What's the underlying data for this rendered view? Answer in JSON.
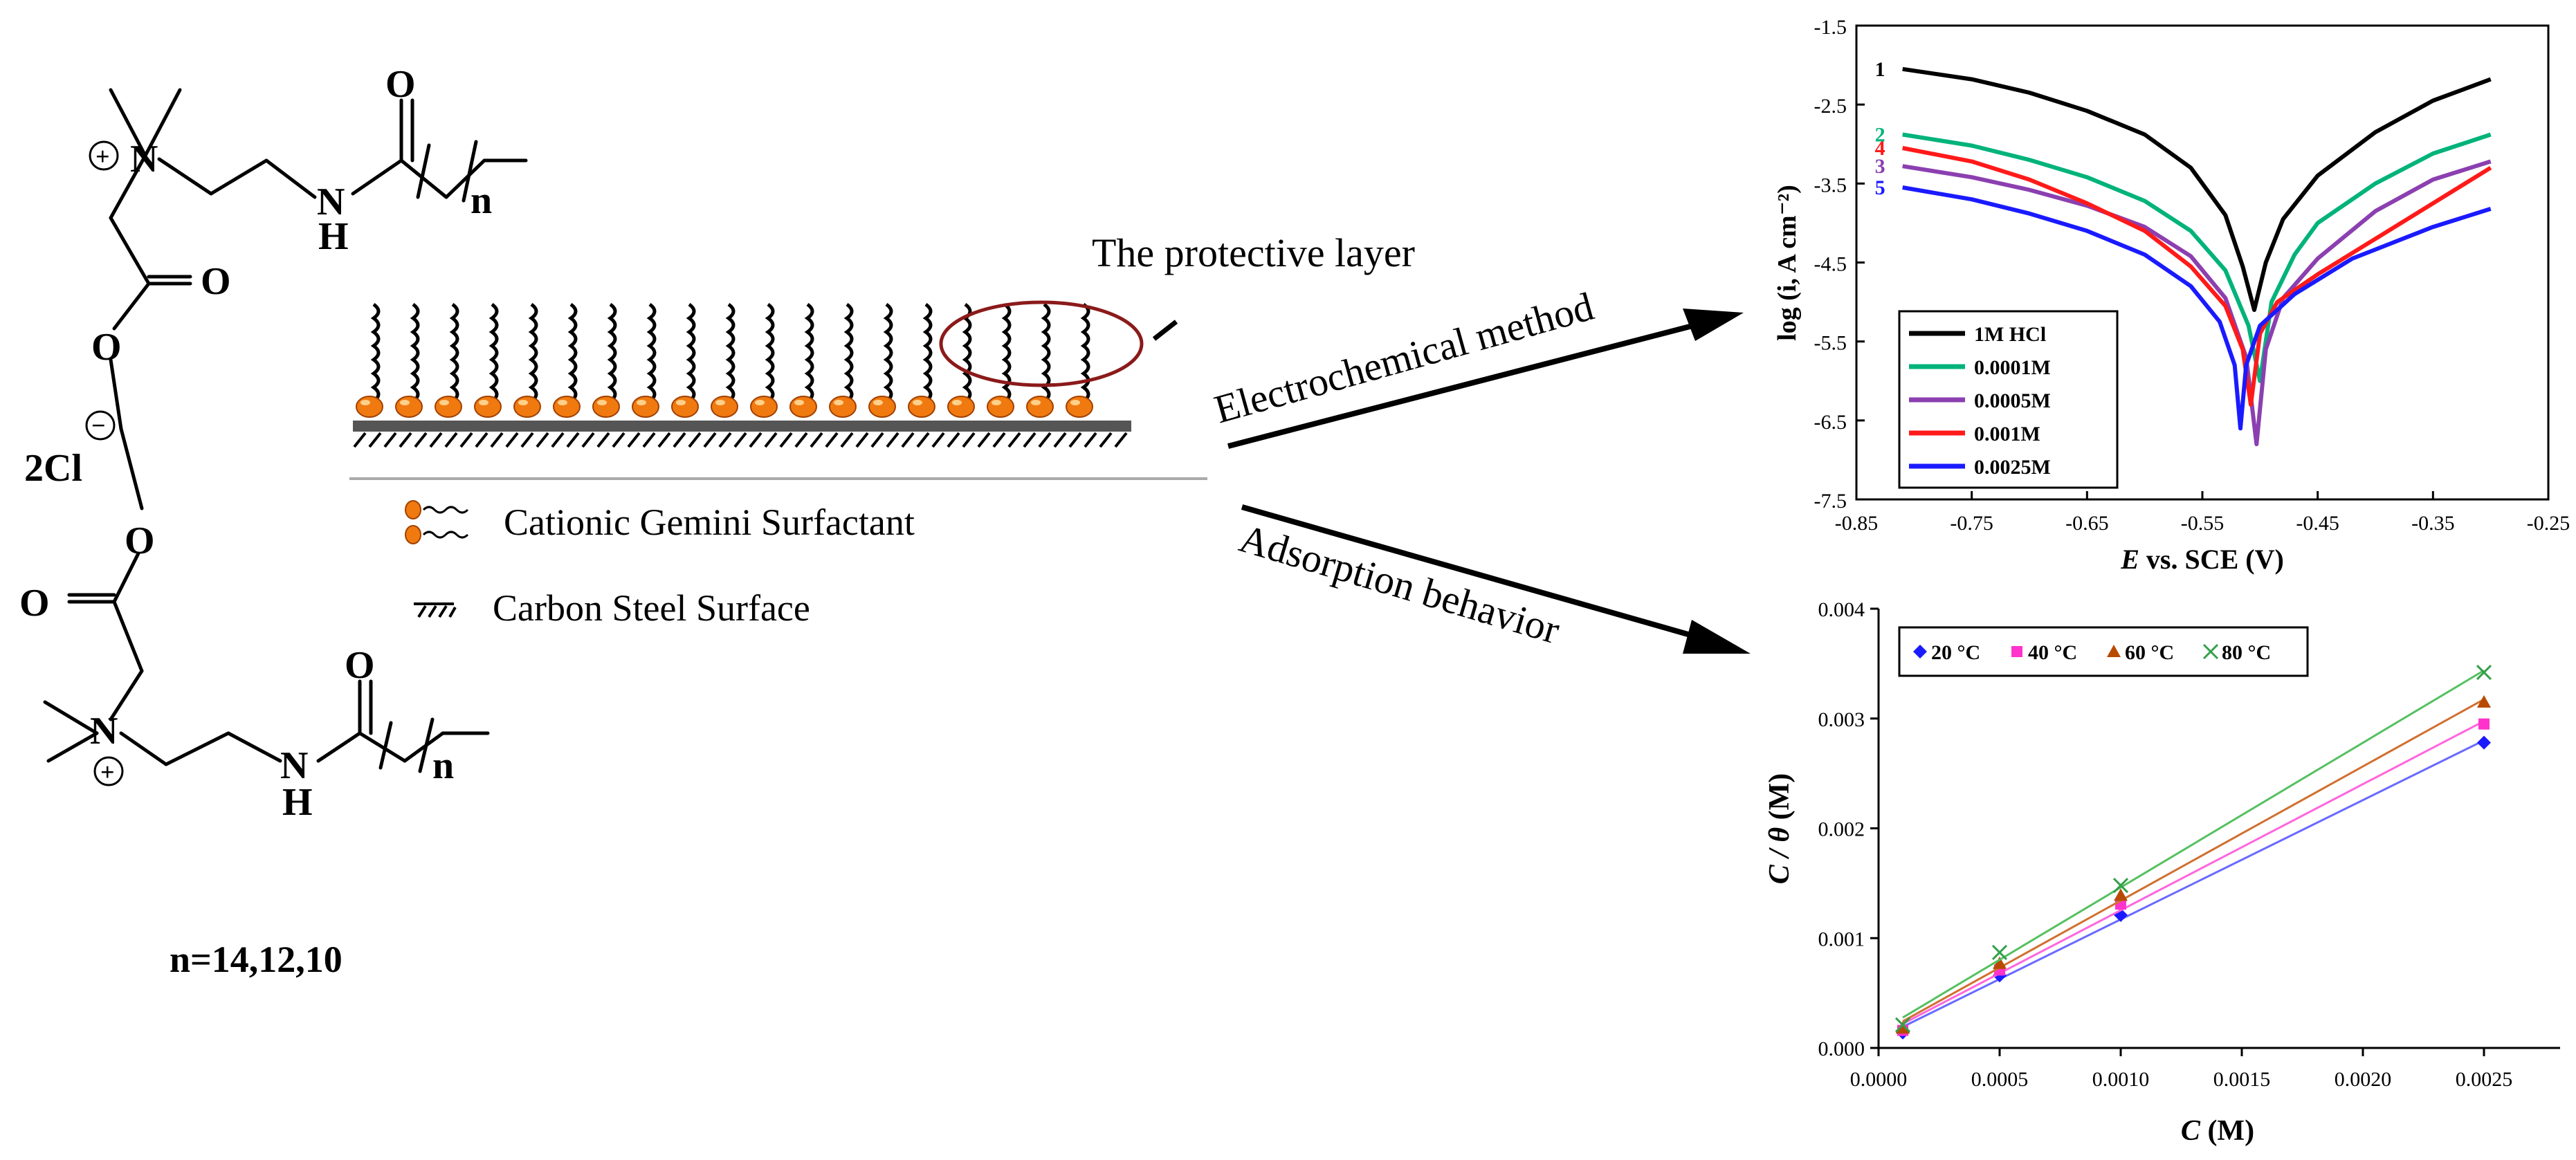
{
  "colors": {
    "black": "#000000",
    "teal": "#00b37a",
    "purple": "#8b3fb0",
    "red": "#ff1a1a",
    "blue": "#1a1aff",
    "magenta": "#ff33cc",
    "sienna": "#b84a00",
    "green": "#33a04a",
    "head_orange": "#f07a10",
    "ellipse": "#8b1a1a"
  },
  "molecule": {
    "atom_O": "O",
    "atom_N": "N",
    "atom_H": "H",
    "sub_n": "n",
    "counterion": "2Cl",
    "plus_sign": "+",
    "minus_sign": "−",
    "caption": "n=14,12,10"
  },
  "schematic": {
    "layer_label": "The protective layer",
    "legend_surfactant": "Cationic Gemini Surfactant",
    "legend_surface": "Carbon Steel Surface"
  },
  "arrows": {
    "upper_label": "Electrochemical method",
    "lower_label": "Adsorption behavior"
  },
  "chart_data": [
    {
      "type": "line",
      "xlabel_italic": "E",
      "xlabel_rest": " vs. SCE (V)",
      "ylabel": "log (i, A cm⁻²)",
      "xlim": [
        -0.85,
        -0.25
      ],
      "ylim": [
        -7.5,
        -1.5
      ],
      "xticks": [
        -0.85,
        -0.75,
        -0.65,
        -0.55,
        -0.45,
        -0.35,
        -0.25
      ],
      "xtick_labels": [
        "-0.85",
        "-0.75",
        "-0.65",
        "-0.55",
        "-0.45",
        "-0.35",
        "-0.25"
      ],
      "yticks": [
        -1.5,
        -2.5,
        -3.5,
        -4.5,
        -5.5,
        -6.5,
        -7.5
      ],
      "ytick_labels": [
        "-1.5",
        "-2.5",
        "-3.5",
        "-4.5",
        "-5.5",
        "-6.5",
        "-7.5"
      ],
      "legend_position": "bottom-left",
      "series": [
        {
          "name": "1M HCl",
          "tag": "1",
          "color": "#000000",
          "ecorr": -0.505,
          "icorr": -5.1,
          "points": [
            [
              -0.81,
              -2.05
            ],
            [
              -0.75,
              -2.18
            ],
            [
              -0.7,
              -2.35
            ],
            [
              -0.65,
              -2.58
            ],
            [
              -0.6,
              -2.88
            ],
            [
              -0.56,
              -3.3
            ],
            [
              -0.53,
              -3.9
            ],
            [
              -0.515,
              -4.55
            ],
            [
              -0.505,
              -5.1
            ],
            [
              -0.495,
              -4.5
            ],
            [
              -0.48,
              -3.95
            ],
            [
              -0.45,
              -3.4
            ],
            [
              -0.4,
              -2.85
            ],
            [
              -0.35,
              -2.45
            ],
            [
              -0.3,
              -2.18
            ]
          ]
        },
        {
          "name": "0.0001M",
          "tag": "2",
          "color": "#00b37a",
          "ecorr": -0.5,
          "icorr": -6.0,
          "points": [
            [
              -0.81,
              -2.88
            ],
            [
              -0.75,
              -3.02
            ],
            [
              -0.7,
              -3.2
            ],
            [
              -0.65,
              -3.42
            ],
            [
              -0.6,
              -3.72
            ],
            [
              -0.56,
              -4.1
            ],
            [
              -0.53,
              -4.6
            ],
            [
              -0.51,
              -5.3
            ],
            [
              -0.5,
              -6.0
            ],
            [
              -0.49,
              -5.0
            ],
            [
              -0.47,
              -4.4
            ],
            [
              -0.45,
              -4.0
            ],
            [
              -0.4,
              -3.5
            ],
            [
              -0.35,
              -3.12
            ],
            [
              -0.3,
              -2.88
            ]
          ]
        },
        {
          "name": "0.0005M",
          "tag": "3",
          "color": "#8b3fb0",
          "ecorr": -0.503,
          "icorr": -6.8,
          "points": [
            [
              -0.81,
              -3.28
            ],
            [
              -0.75,
              -3.42
            ],
            [
              -0.7,
              -3.58
            ],
            [
              -0.65,
              -3.78
            ],
            [
              -0.6,
              -4.05
            ],
            [
              -0.56,
              -4.42
            ],
            [
              -0.53,
              -4.95
            ],
            [
              -0.512,
              -5.7
            ],
            [
              -0.503,
              -6.8
            ],
            [
              -0.495,
              -5.6
            ],
            [
              -0.48,
              -4.95
            ],
            [
              -0.45,
              -4.45
            ],
            [
              -0.4,
              -3.85
            ],
            [
              -0.35,
              -3.45
            ],
            [
              -0.3,
              -3.22
            ]
          ]
        },
        {
          "name": "0.001M",
          "tag": "4",
          "color": "#ff1a1a",
          "ecorr": -0.508,
          "icorr": -6.3,
          "points": [
            [
              -0.81,
              -3.05
            ],
            [
              -0.75,
              -3.22
            ],
            [
              -0.7,
              -3.45
            ],
            [
              -0.65,
              -3.75
            ],
            [
              -0.6,
              -4.1
            ],
            [
              -0.56,
              -4.55
            ],
            [
              -0.53,
              -5.05
            ],
            [
              -0.515,
              -5.6
            ],
            [
              -0.508,
              -6.3
            ],
            [
              -0.5,
              -5.4
            ],
            [
              -0.485,
              -5.0
            ],
            [
              -0.45,
              -4.65
            ],
            [
              -0.4,
              -4.2
            ],
            [
              -0.35,
              -3.75
            ],
            [
              -0.3,
              -3.3
            ]
          ]
        },
        {
          "name": "0.0025M",
          "tag": "5",
          "color": "#1a1aff",
          "ecorr": -0.517,
          "icorr": -6.6,
          "points": [
            [
              -0.81,
              -3.55
            ],
            [
              -0.75,
              -3.7
            ],
            [
              -0.7,
              -3.88
            ],
            [
              -0.65,
              -4.1
            ],
            [
              -0.6,
              -4.4
            ],
            [
              -0.56,
              -4.8
            ],
            [
              -0.535,
              -5.25
            ],
            [
              -0.522,
              -5.8
            ],
            [
              -0.517,
              -6.6
            ],
            [
              -0.512,
              -5.8
            ],
            [
              -0.5,
              -5.3
            ],
            [
              -0.47,
              -4.9
            ],
            [
              -0.42,
              -4.45
            ],
            [
              -0.35,
              -4.05
            ],
            [
              -0.3,
              -3.82
            ]
          ]
        }
      ]
    },
    {
      "type": "scatter",
      "xlabel_italic": "C",
      "xlabel_rest": " (M)",
      "ylabel_italic": "C / θ",
      "ylabel_rest": " (M)",
      "xlim": [
        0.0,
        0.0027
      ],
      "ylim": [
        0.0,
        0.004
      ],
      "xticks": [
        0.0,
        0.0005,
        0.001,
        0.0015,
        0.002,
        0.0025
      ],
      "xtick_labels": [
        "0.0000",
        "0.0005",
        "0.0010",
        "0.0015",
        "0.0020",
        "0.0025"
      ],
      "yticks": [
        0.0,
        0.001,
        0.002,
        0.003,
        0.004
      ],
      "ytick_labels": [
        "0.000",
        "0.001",
        "0.002",
        "0.003",
        "0.004"
      ],
      "legend_position": "top-left",
      "x": [
        0.0001,
        0.0005,
        0.001,
        0.0025
      ],
      "series": [
        {
          "name": "20 °C",
          "marker": "diamond",
          "color": "#1a1aff",
          "line_color": "#6a6aff",
          "values": [
            0.00014,
            0.00066,
            0.00121,
            0.00278
          ]
        },
        {
          "name": "40 °C",
          "marker": "square",
          "color": "#ff33cc",
          "line_color": "#ff66dd",
          "values": [
            0.00016,
            0.00071,
            0.00131,
            0.00295
          ]
        },
        {
          "name": "60 °C",
          "marker": "triangle",
          "color": "#b84a00",
          "line_color": "#d07030",
          "values": [
            0.00018,
            0.00077,
            0.00139,
            0.00315
          ]
        },
        {
          "name": "80 °C",
          "marker": "x",
          "color": "#33a04a",
          "line_color": "#55c060",
          "values": [
            0.00021,
            0.00087,
            0.00148,
            0.00342
          ]
        }
      ]
    }
  ]
}
